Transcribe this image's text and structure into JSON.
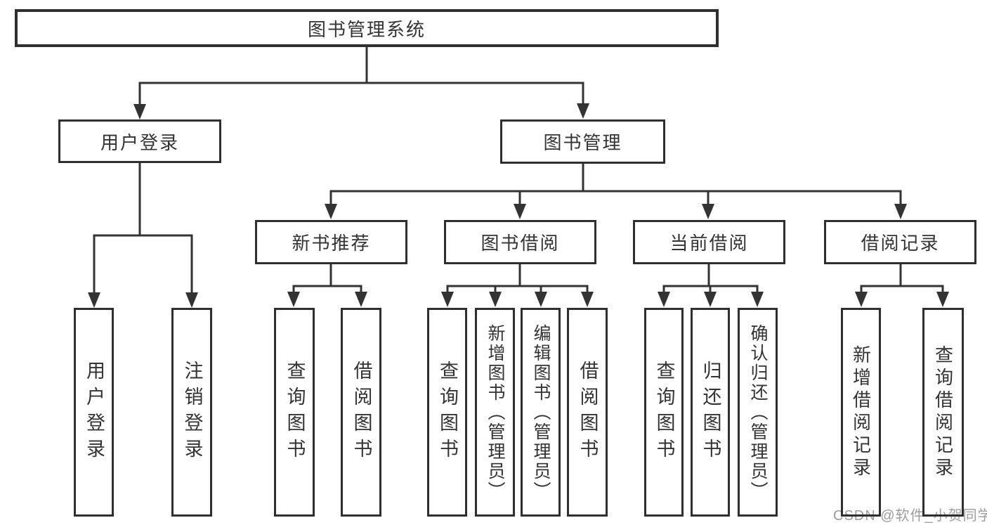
{
  "tree": {
    "root": {
      "label": "图书管理系统",
      "children": [
        {
          "label": "用户登录",
          "children": [
            {
              "label": "用户登录"
            },
            {
              "label": "注销登录"
            }
          ]
        },
        {
          "label": "图书管理",
          "children": [
            {
              "label": "新书推荐",
              "children": [
                {
                  "label": "查询图书"
                },
                {
                  "label": "借阅图书"
                }
              ]
            },
            {
              "label": "图书借阅",
              "children": [
                {
                  "label": "查询图书"
                },
                {
                  "label": "新增图书（管理员）"
                },
                {
                  "label": "编辑图书（管理员）"
                },
                {
                  "label": "借阅图书"
                }
              ]
            },
            {
              "label": "当前借阅",
              "children": [
                {
                  "label": "查询图书"
                },
                {
                  "label": "归还图书"
                },
                {
                  "label": "确认归还（管理员）"
                }
              ]
            },
            {
              "label": "借阅记录",
              "children": [
                {
                  "label": "新增借阅记录"
                },
                {
                  "label": "查询借阅记录"
                }
              ]
            }
          ]
        }
      ]
    }
  },
  "watermark": {
    "text": "CSDN @软件_小贺同学"
  },
  "colors": {
    "line": "#333333",
    "box_border": "#2f2f2f",
    "text": "#333333",
    "watermark": "#9c9c9c",
    "background": "#ffffff"
  }
}
